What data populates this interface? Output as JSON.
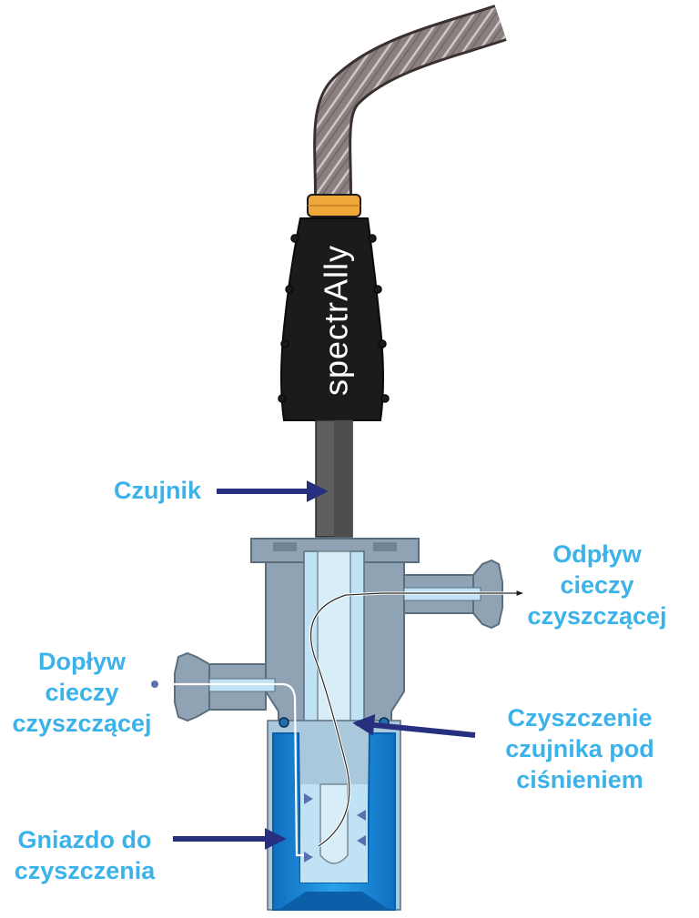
{
  "brand": "spectrAlly",
  "colors": {
    "label": "#3bb3ea",
    "arrow": "#27307f",
    "housing": "#8fa3b5",
    "housing_dark": "#6f8596",
    "socket": "#1e90e0",
    "socket_dark": "#0b5ea8",
    "liquid": "#bfe3f5",
    "sensor_body": "#1b1b1b",
    "ring": "#f0a73a",
    "rod": "#5e5e5e"
  },
  "labels": {
    "sensor": "Czujnik",
    "outflow": [
      "Odpływ",
      "cieczy",
      "czyszczącej"
    ],
    "inflow": [
      "Dopływ",
      "cieczy",
      "czyszczącej"
    ],
    "pressure_cleaning": [
      "Czyszczenie",
      "czujnika pod",
      "ciśnieniem"
    ],
    "socket": [
      "Gniazdo do",
      "czyszczenia"
    ]
  }
}
